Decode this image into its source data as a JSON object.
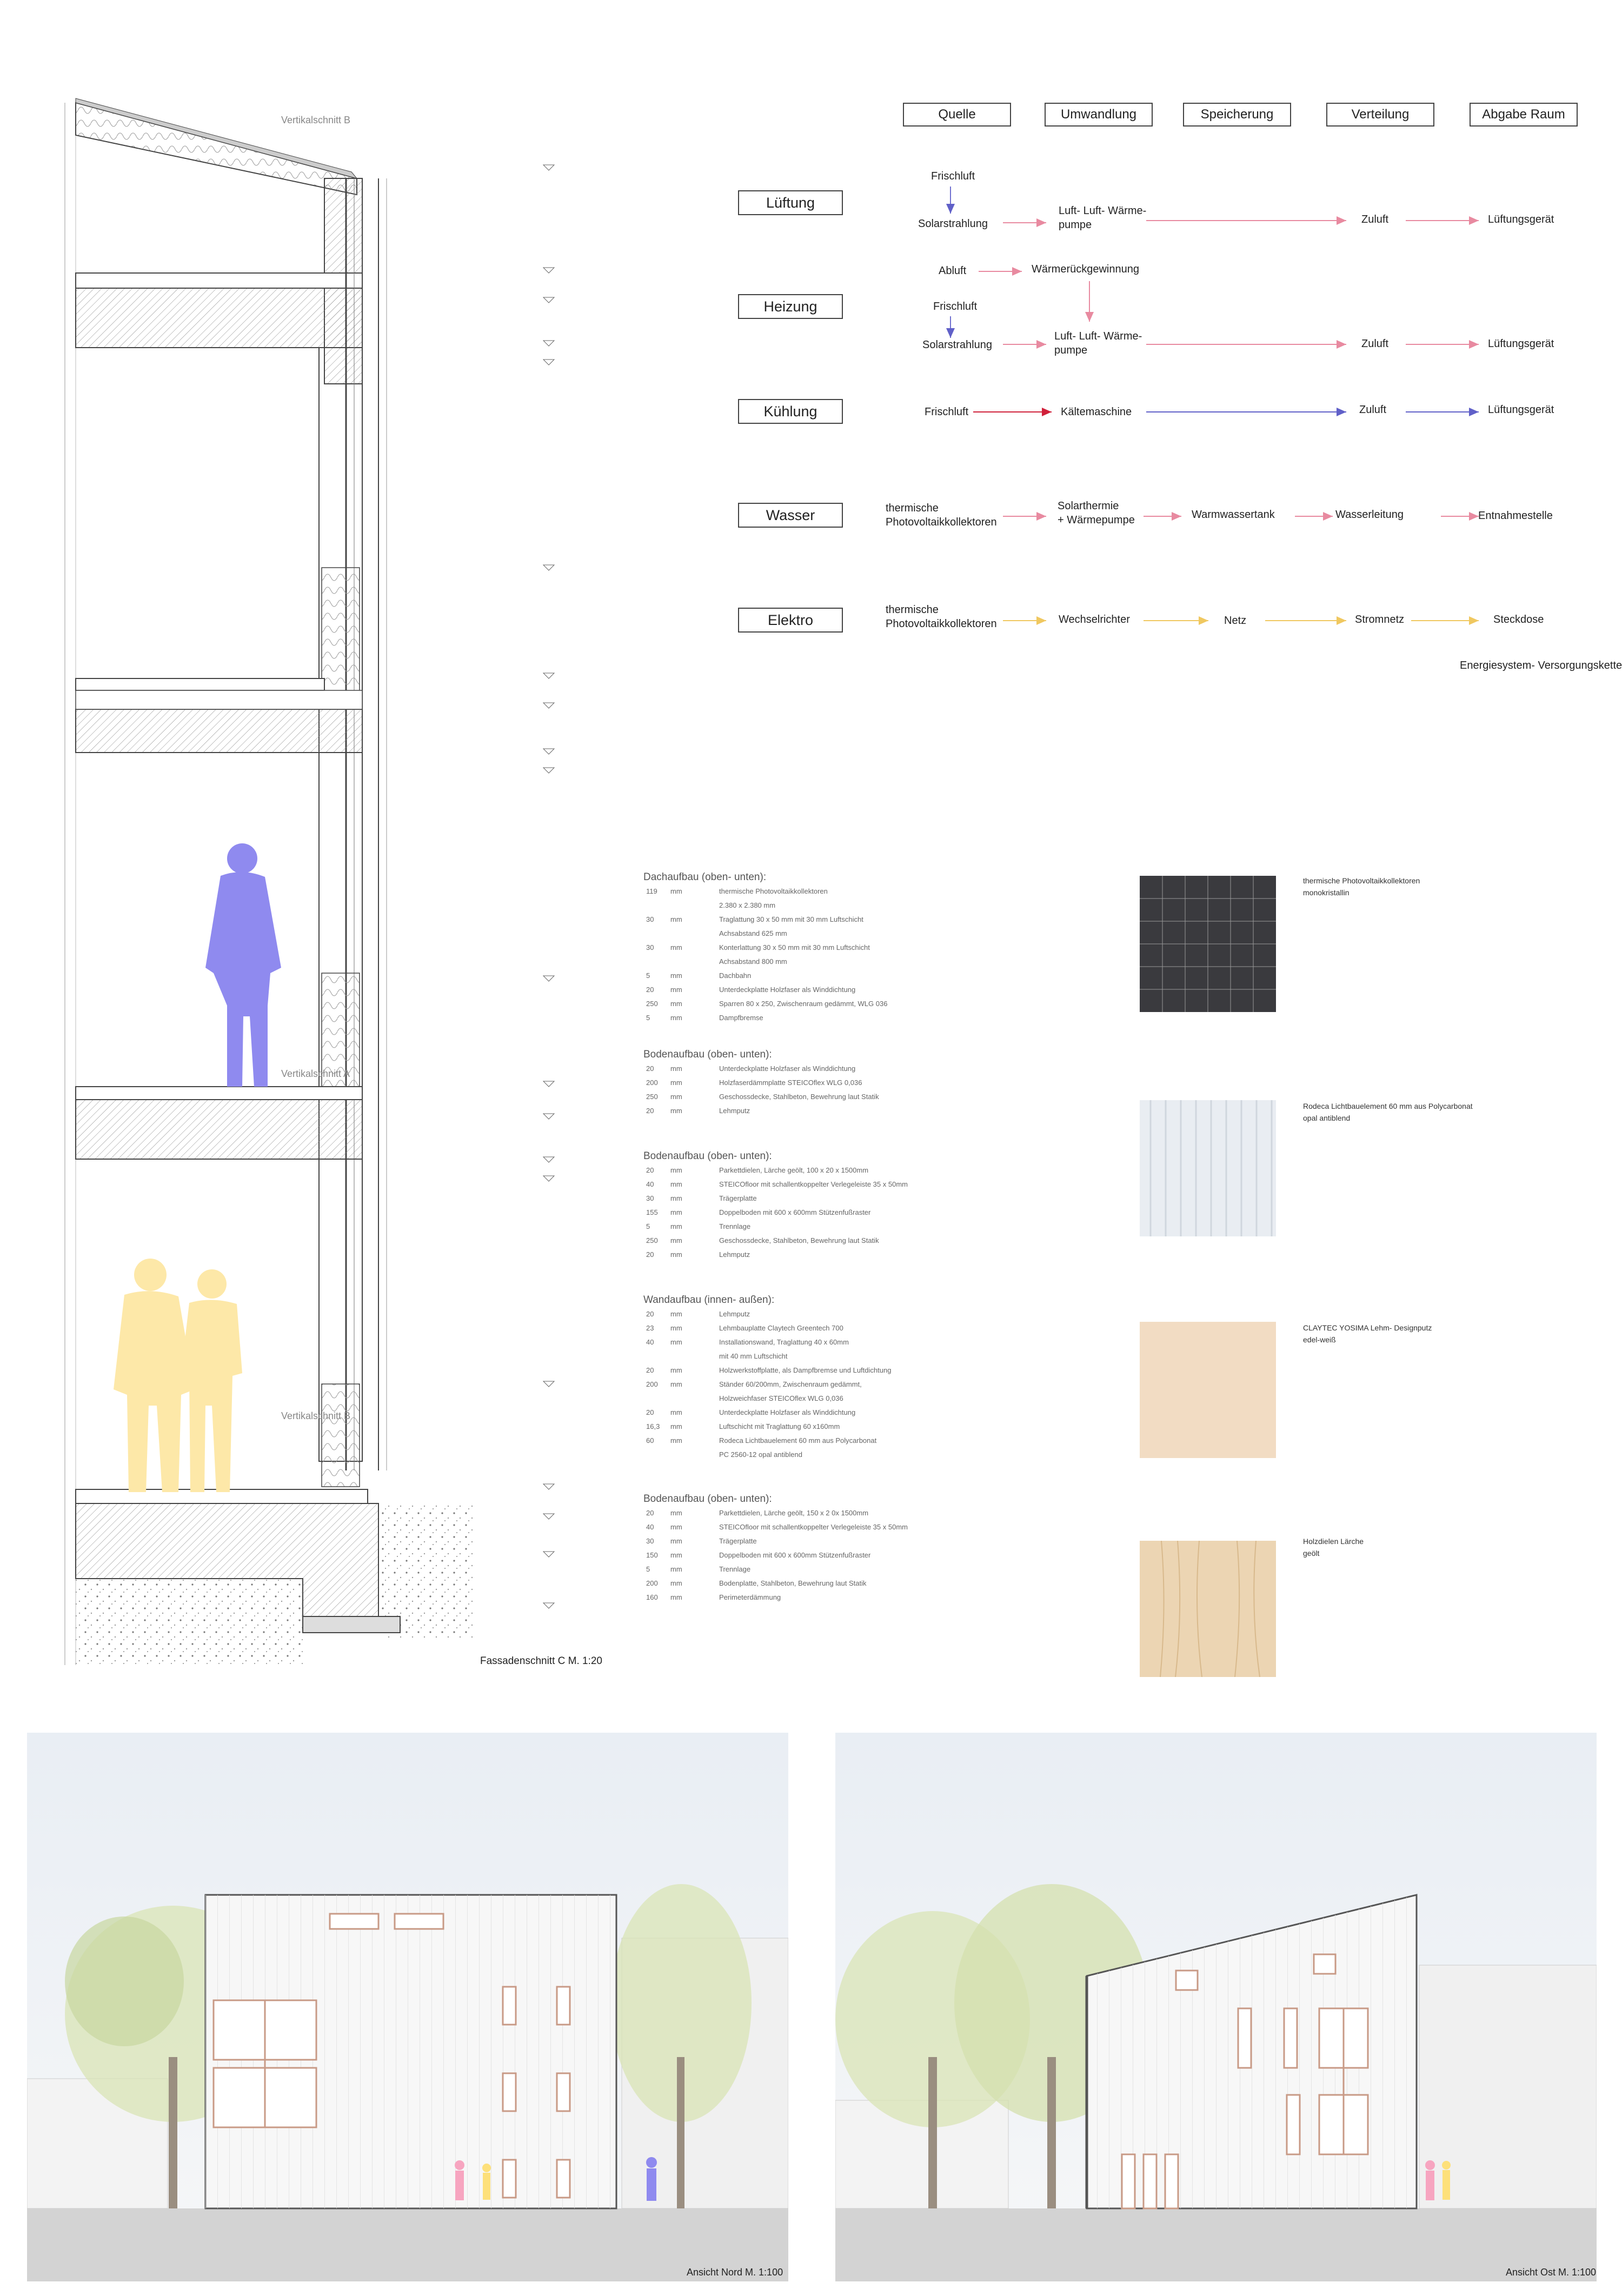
{
  "supply_chain": {
    "headers": [
      "Quelle",
      "Umwandlung",
      "Speicherung",
      "Verteilung",
      "Abgabe Raum"
    ],
    "categories": [
      "Lüftung",
      "Heizung",
      "Kühlung",
      "Wasser",
      "Elektro"
    ],
    "lueftung": {
      "frischluft": "Frischluft",
      "solar": "Solarstrahlung",
      "luft1": "Luft- Luft- Wärme-",
      "luft2": "pumpe",
      "zuluft": "Zuluft",
      "geraet": "Lüftungsgerät"
    },
    "heizung": {
      "abluft": "Abluft",
      "wrg": "Wärmerückgewinnung",
      "frischluft": "Frischluft",
      "solar": "Solarstrahlung",
      "luft1": "Luft- Luft- Wärme-",
      "luft2": "pumpe",
      "zuluft": "Zuluft",
      "geraet": "Lüftungsgerät"
    },
    "kuehlung": {
      "frischluft": "Frischluft",
      "kaelte": "Kältemaschine",
      "zuluft": "Zuluft",
      "geraet": "Lüftungsgerät"
    },
    "wasser": {
      "q1": "thermische",
      "q2": "Photovoltaikkollektoren",
      "s1": "Solarthermie",
      "s2": "+ Wärmepumpe",
      "tank": "Warmwassertank",
      "leitung": "Wasserleitung",
      "entnahme": "Entnahmestelle"
    },
    "elektro": {
      "q1": "thermische",
      "q2": "Photovoltaikkollektoren",
      "wr": "Wechselrichter",
      "netz": "Netz",
      "strom": "Stromnetz",
      "dose": "Steckdose"
    },
    "caption": "Energiesystem- Versorgungskette",
    "colors": {
      "pink": "#e88aa0",
      "red": "#d0203a",
      "blue": "#7070d0",
      "yellow": "#f5d98a",
      "violet": "#8a70e0"
    }
  },
  "section": {
    "caption": "Fassadenschnitt C  M. 1:20",
    "labels": [
      "Vertikalschnitt B",
      "Vertikalschnitt A",
      "Vertikalschnitt B"
    ]
  },
  "specs": [
    {
      "title": "Dachaufbau  (oben- unten):",
      "rows": [
        [
          "119",
          "mm",
          "thermische Photovoltaikkollektoren"
        ],
        [
          "",
          "",
          "2.380 x 2.380 mm"
        ],
        [
          "30",
          "mm",
          "Traglattung 30 x 50 mm mit 30 mm Luftschicht"
        ],
        [
          "",
          "",
          "Achsabstand 625 mm"
        ],
        [
          "30",
          "mm",
          "Konterlattung 30 x 50 mm mit 30 mm Luftschicht"
        ],
        [
          "",
          "",
          "Achsabstand 800 mm"
        ],
        [
          "5",
          "mm",
          "Dachbahn"
        ],
        [
          "20",
          "mm",
          "Unterdeckplatte Holzfaser als Winddichtung"
        ],
        [
          "250",
          "mm",
          "Sparren 80 x 250, Zwischenraum gedämmt, WLG 036"
        ],
        [
          "5",
          "mm",
          "Dampfbremse"
        ]
      ]
    },
    {
      "title": "Bodenaufbau  (oben- unten):",
      "rows": [
        [
          "20",
          "mm",
          "Unterdeckplatte Holzfaser als Winddichtung"
        ],
        [
          "200",
          "mm",
          "Holzfaserdämmplatte STEICOflex WLG 0,036"
        ],
        [
          "250",
          "mm",
          "Geschossdecke, Stahlbeton, Bewehrung laut Statik"
        ],
        [
          "20",
          "mm",
          "Lehmputz"
        ]
      ]
    },
    {
      "title": "Bodenaufbau  (oben- unten):",
      "rows": [
        [
          "20",
          "mm",
          "Parkettdielen, Lärche geölt, 100 x 20 x 1500mm"
        ],
        [
          "40",
          "mm",
          "STEICOfloor mit schallentkoppelter Verlegeleiste 35 x 50mm"
        ],
        [
          "30",
          "mm",
          "Trägerplatte"
        ],
        [
          "155",
          "mm",
          "Doppelboden mit 600 x 600mm Stützenfußraster"
        ],
        [
          "5",
          "mm",
          "Trennlage"
        ],
        [
          "250",
          "mm",
          "Geschossdecke, Stahlbeton, Bewehrung laut Statik"
        ],
        [
          "20",
          "mm",
          "Lehmputz"
        ]
      ]
    },
    {
      "title": "Wandaufbau  (innen- außen):",
      "rows": [
        [
          "20",
          "mm",
          "Lehmputz"
        ],
        [
          "23",
          "mm",
          "Lehmbauplatte Claytech Greentech 700"
        ],
        [
          "40",
          "mm",
          "Installationswand, Traglattung 40 x 60mm"
        ],
        [
          "",
          "",
          "mit 40 mm Luftschicht"
        ],
        [
          "20",
          "mm",
          "Holzwerkstoffplatte, als Dampfbremse und Luftdichtung"
        ],
        [
          "200",
          "mm",
          "Ständer 60/200mm, Zwischenraum gedämmt,"
        ],
        [
          "",
          "",
          "Holzweichfaser STEICOflex WLG 0,036"
        ],
        [
          "20",
          "mm",
          "Unterdeckplatte Holzfaser als Winddichtung"
        ],
        [
          "16,3",
          "mm",
          "Luftschicht mit Traglattung 60 x160mm"
        ],
        [
          "60",
          "mm",
          "Rodeca Lichtbauelement 60 mm aus Polycarbonat"
        ],
        [
          "",
          "",
          "PC 2560-12 opal antiblend"
        ]
      ]
    },
    {
      "title": "Bodenaufbau  (oben- unten):",
      "rows": [
        [
          "20",
          "mm",
          "Parkettdielen, Lärche geölt, 150 x 2 0x 1500mm"
        ],
        [
          "40",
          "mm",
          "STEICOfloor mit schallentkoppelter Verlegeleiste 35 x 50mm"
        ],
        [
          "30",
          "mm",
          "Trägerplatte"
        ],
        [
          "150",
          "mm",
          "Doppelboden mit 600 x 600mm Stützenfußraster"
        ],
        [
          "5",
          "mm",
          "Trennlage"
        ],
        [
          "200",
          "mm",
          "Bodenplatte, Stahlbeton, Bewehrung laut Statik"
        ],
        [
          "160",
          "mm",
          "Perimeterdämmung"
        ]
      ]
    }
  ],
  "materials": [
    {
      "l1": "thermische Photovoltaikkollektoren",
      "l2": "monokristallin"
    },
    {
      "l1": "Rodeca Lichtbauelement 60 mm aus Polycarbonat",
      "l2": "opal antiblend"
    },
    {
      "l1": "CLAYTEC YOSIMA Lehm- Designputz",
      "l2": "edel-weiß"
    },
    {
      "l1": "Holzdielen Lärche",
      "l2": "geölt"
    }
  ],
  "elevations": {
    "north_caption": "Ansicht Nord M. 1:100",
    "east_caption": "Ansicht Ost M. 1:100"
  }
}
